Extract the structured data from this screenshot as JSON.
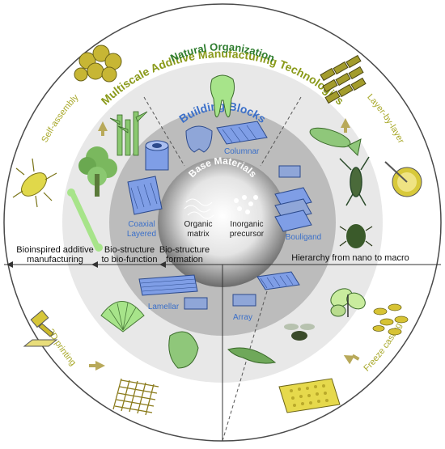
{
  "outer_ring": {
    "title": "Multiscale Additive Manufacturing Technologies",
    "methods": {
      "self_assembly": "Self-assembly",
      "layer_by_layer": "Layer-by-layer",
      "printing_3d": "3D printing",
      "freeze_casting": "Freeze casting"
    }
  },
  "middle_ring": {
    "title": "Natural Organization"
  },
  "inner_ring": {
    "title": "Building Blocks",
    "structures": {
      "columnar": "Columnar",
      "coaxial_line1": "Coaxial",
      "coaxial_line2": "Layered",
      "bouligand": "Bouligand",
      "lamellar": "Lamellar",
      "array": "Array"
    }
  },
  "core": {
    "title": "Base Materials",
    "organic_line1": "Organic",
    "organic_line2": "matrix",
    "inorganic_line1": "Inorganic",
    "inorganic_line2": "precursor"
  },
  "axis": {
    "left_1_line1": "Bioinspired additive",
    "left_1_line2": "manufacturing",
    "left_2_line1": "Bio-structure",
    "left_2_line2": "to bio-function",
    "left_3_line1": "Bio-structure",
    "left_3_line2": "formation",
    "right": "Hierarchy from nano to macro"
  },
  "colors": {
    "title_green": "#8a9a1a",
    "olive": "#a8a82a",
    "blue_label": "#3a6fc9",
    "leaf_green": "#9ad07a",
    "structure_blue": "#7f9ee6"
  }
}
